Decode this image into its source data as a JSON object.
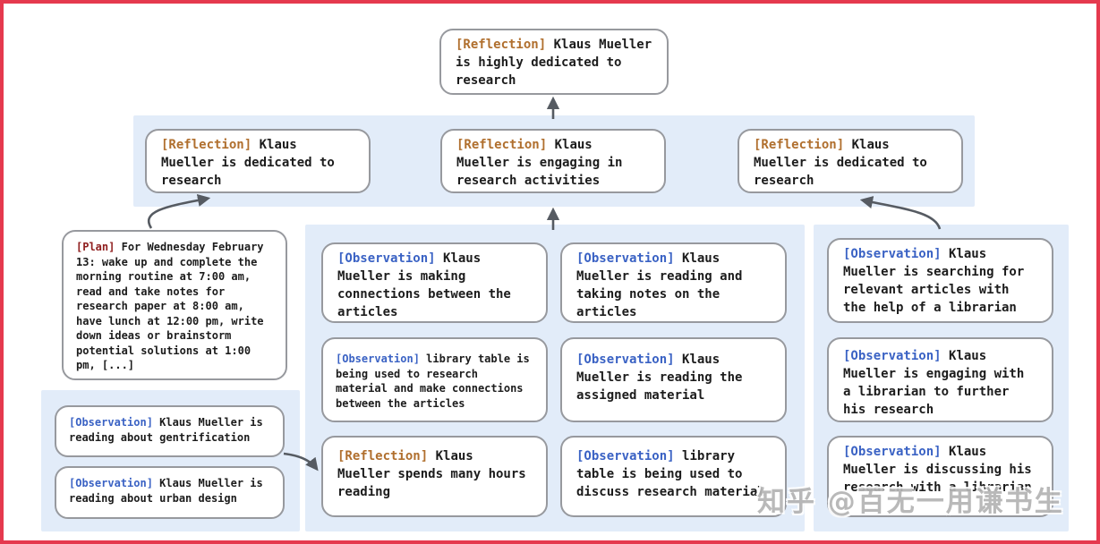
{
  "colors": {
    "band_blue": "#e2ecf9",
    "box_border": "#97999e",
    "reflection_tag": "#b06f2e",
    "observation_tag": "#3a62c4",
    "plan_tag": "#8f1e1e",
    "arrow_gray": "#565b62",
    "frame_red": "#e5394e",
    "text": "#1c1c1c",
    "watermark_gray": "#b4b4b4"
  },
  "tree": {
    "root": {
      "tag": "[Reflection]",
      "text": "Klaus Mueller is highly dedicated to research"
    },
    "level2": [
      {
        "tag": "[Reflection]",
        "text": "Klaus Mueller is dedicated to research"
      },
      {
        "tag": "[Reflection]",
        "text": "Klaus Mueller is engaging in research activities"
      },
      {
        "tag": "[Reflection]",
        "text": "Klaus Mueller is dedicated to research"
      }
    ],
    "plan": {
      "tag": "[Plan]",
      "text": "For Wednesday February 13: wake up and complete the morning routine at 7:00 am, read and take notes for research paper at 8:00 am, have lunch at 12:00 pm, write down ideas or brainstorm potential solutions at 1:00 pm, [...]"
    },
    "left_group": [
      {
        "tag": "[Observation]",
        "text": "Klaus Mueller is reading about gentrification"
      },
      {
        "tag": "[Observation]",
        "text": "Klaus Mueller is reading about urban design"
      }
    ],
    "middle_group_col1": [
      {
        "tag": "[Observation]",
        "text": "Klaus Mueller is making connections between the articles"
      },
      {
        "tag": "[Observation]",
        "text": "library table is being used to research material and make connections between the articles"
      },
      {
        "tag": "[Reflection]",
        "text": "Klaus Mueller spends many hours reading"
      }
    ],
    "middle_group_col2": [
      {
        "tag": "[Observation]",
        "text": "Klaus Mueller is reading and taking notes on the articles"
      },
      {
        "tag": "[Observation]",
        "text": "Klaus Mueller is reading the assigned material"
      },
      {
        "tag": "[Observation]",
        "text": "library table is being used to discuss research material"
      }
    ],
    "right_group": [
      {
        "tag": "[Observation]",
        "text": "Klaus Mueller is searching for relevant articles with the help of a librarian"
      },
      {
        "tag": "[Observation]",
        "text": "Klaus Mueller is engaging with a librarian to further his research"
      },
      {
        "tag": "[Observation]",
        "text": "Klaus Mueller is discussing his research with a librarian"
      }
    ]
  },
  "watermark": {
    "text": "知乎 @百无一用谦书生"
  }
}
